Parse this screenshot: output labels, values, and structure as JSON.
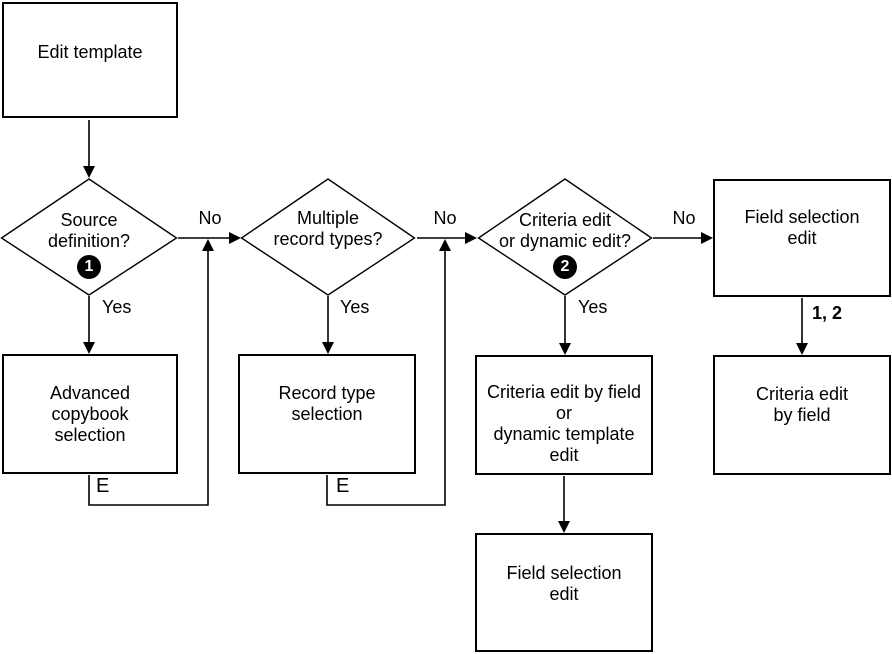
{
  "nodes": {
    "edit_template": {
      "label": "Edit template"
    },
    "source_definition": {
      "label": "Source\ndefinition?",
      "badge": "1"
    },
    "multiple_record_types": {
      "label": "Multiple\nrecord types?"
    },
    "criteria_or_dynamic_edit": {
      "label": "Criteria edit\nor dynamic edit?",
      "badge": "2"
    },
    "field_selection_edit_top": {
      "label": "Field selection\nedit"
    },
    "advanced_copybook_selection": {
      "label": "Advanced\ncopybook\nselection"
    },
    "record_type_selection": {
      "label": "Record type\nselection"
    },
    "criteria_edit_by_field_or_dynamic_template_edit": {
      "label": "Criteria edit by field\nor\ndynamic template\nedit"
    },
    "criteria_edit_by_field": {
      "label": "Criteria edit\nby field"
    },
    "field_selection_edit_bottom": {
      "label": "Field selection\nedit"
    }
  },
  "edge_labels": {
    "no": [
      "No",
      "No",
      "No"
    ],
    "yes": [
      "Yes",
      "Yes",
      "Yes"
    ],
    "exit": [
      "E",
      "E"
    ],
    "combo": "1, 2"
  },
  "colors": {
    "line": "#000000",
    "background": "#ffffff",
    "badge_background": "#000000",
    "badge_text": "#ffffff"
  }
}
